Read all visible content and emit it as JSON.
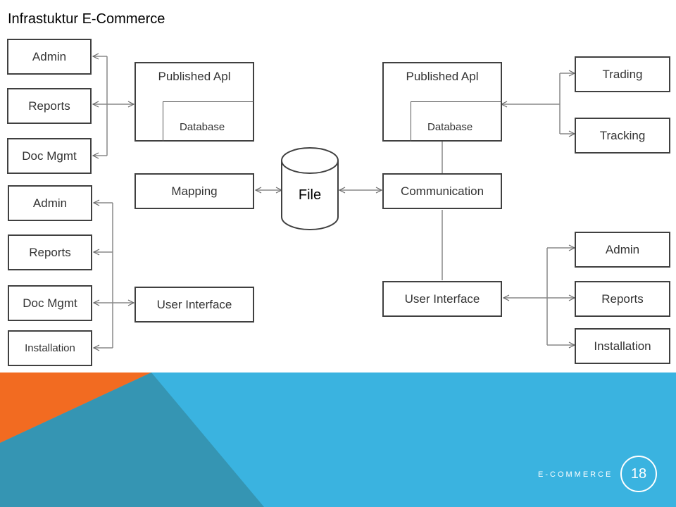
{
  "title": "Infrastuktur E-Commerce",
  "left_top_group": [
    "Admin",
    "Reports",
    "Doc Mgmt"
  ],
  "left_bottom_group": [
    "Admin",
    "Reports",
    "Doc Mgmt",
    "Installation"
  ],
  "right_top_group": [
    "Trading",
    "Tracking"
  ],
  "right_bottom_group": [
    "Admin",
    "Reports",
    "Installation"
  ],
  "left_published": {
    "title": "Published Apl",
    "db": "Database"
  },
  "right_published": {
    "title": "Published Apl",
    "db": "Database"
  },
  "mapping": "Mapping",
  "file": "File",
  "communication": "Communication",
  "left_ui": "User Interface",
  "right_ui": "User Interface",
  "footer": {
    "label": "E-COMMERCE",
    "page": "18"
  },
  "colors": {
    "orange": "#F26B21",
    "teal": "#3595B3",
    "blue": "#3AB3E0",
    "stroke": "#404040"
  }
}
